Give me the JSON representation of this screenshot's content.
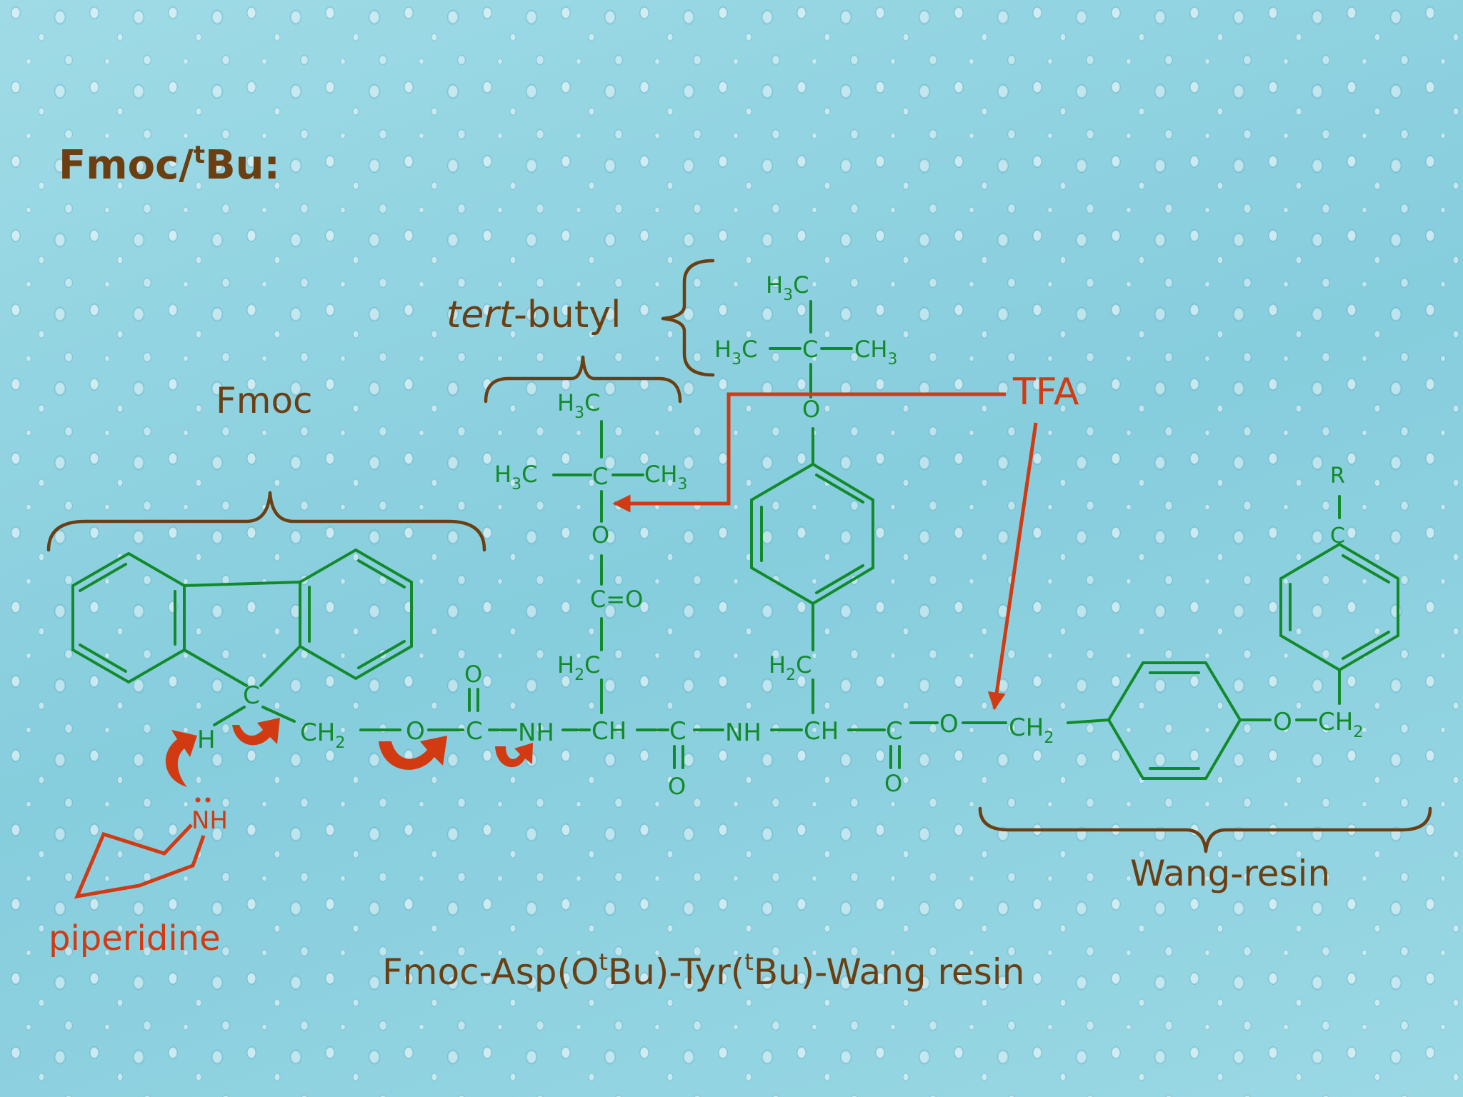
{
  "title": {
    "main": "Fmoc/",
    "sup": "t",
    "rest": "Bu:"
  },
  "labels": {
    "fmoc": "Fmoc",
    "tert_butyl_italic": "tert",
    "tert_butyl_rest": "-butyl",
    "tfa": "TFA",
    "wang": "Wang-resin",
    "piperidine": "piperidine",
    "caption_a": "Fmoc-Asp(O",
    "caption_sup1": "t",
    "caption_b": "Bu)-Tyr(",
    "caption_sup2": "t",
    "caption_c": "Bu)-Wang resin"
  },
  "atoms": {
    "C": "C",
    "O": "O",
    "H": "H",
    "R": "R",
    "NH": "NH",
    "CH": "CH",
    "CH2": "CH",
    "H2C": "H",
    "H3C": "H",
    "CH3": "CH",
    "C_eq_O": "C=O",
    "sub2": "2",
    "sub3": "3"
  },
  "colors": {
    "brown": "#6b3f12",
    "green": "#138a2a",
    "red": "#d23a12"
  }
}
